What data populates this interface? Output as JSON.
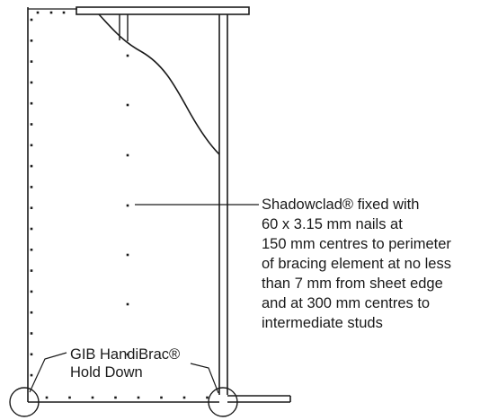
{
  "callouts": {
    "shadowclad": {
      "lines": [
        "Shadowclad® fixed with",
        "60 x 3.15 mm nails at",
        "150 mm centres to perimeter",
        "of bracing element at no less",
        "than 7 mm from sheet edge",
        "and at 300 mm centres to",
        "intermediate studs"
      ]
    },
    "hold_down": {
      "lines": [
        "GIB HandiBrac®",
        "Hold Down"
      ]
    }
  },
  "colors": {
    "line": "#1a1a1a",
    "background": "#ffffff"
  }
}
